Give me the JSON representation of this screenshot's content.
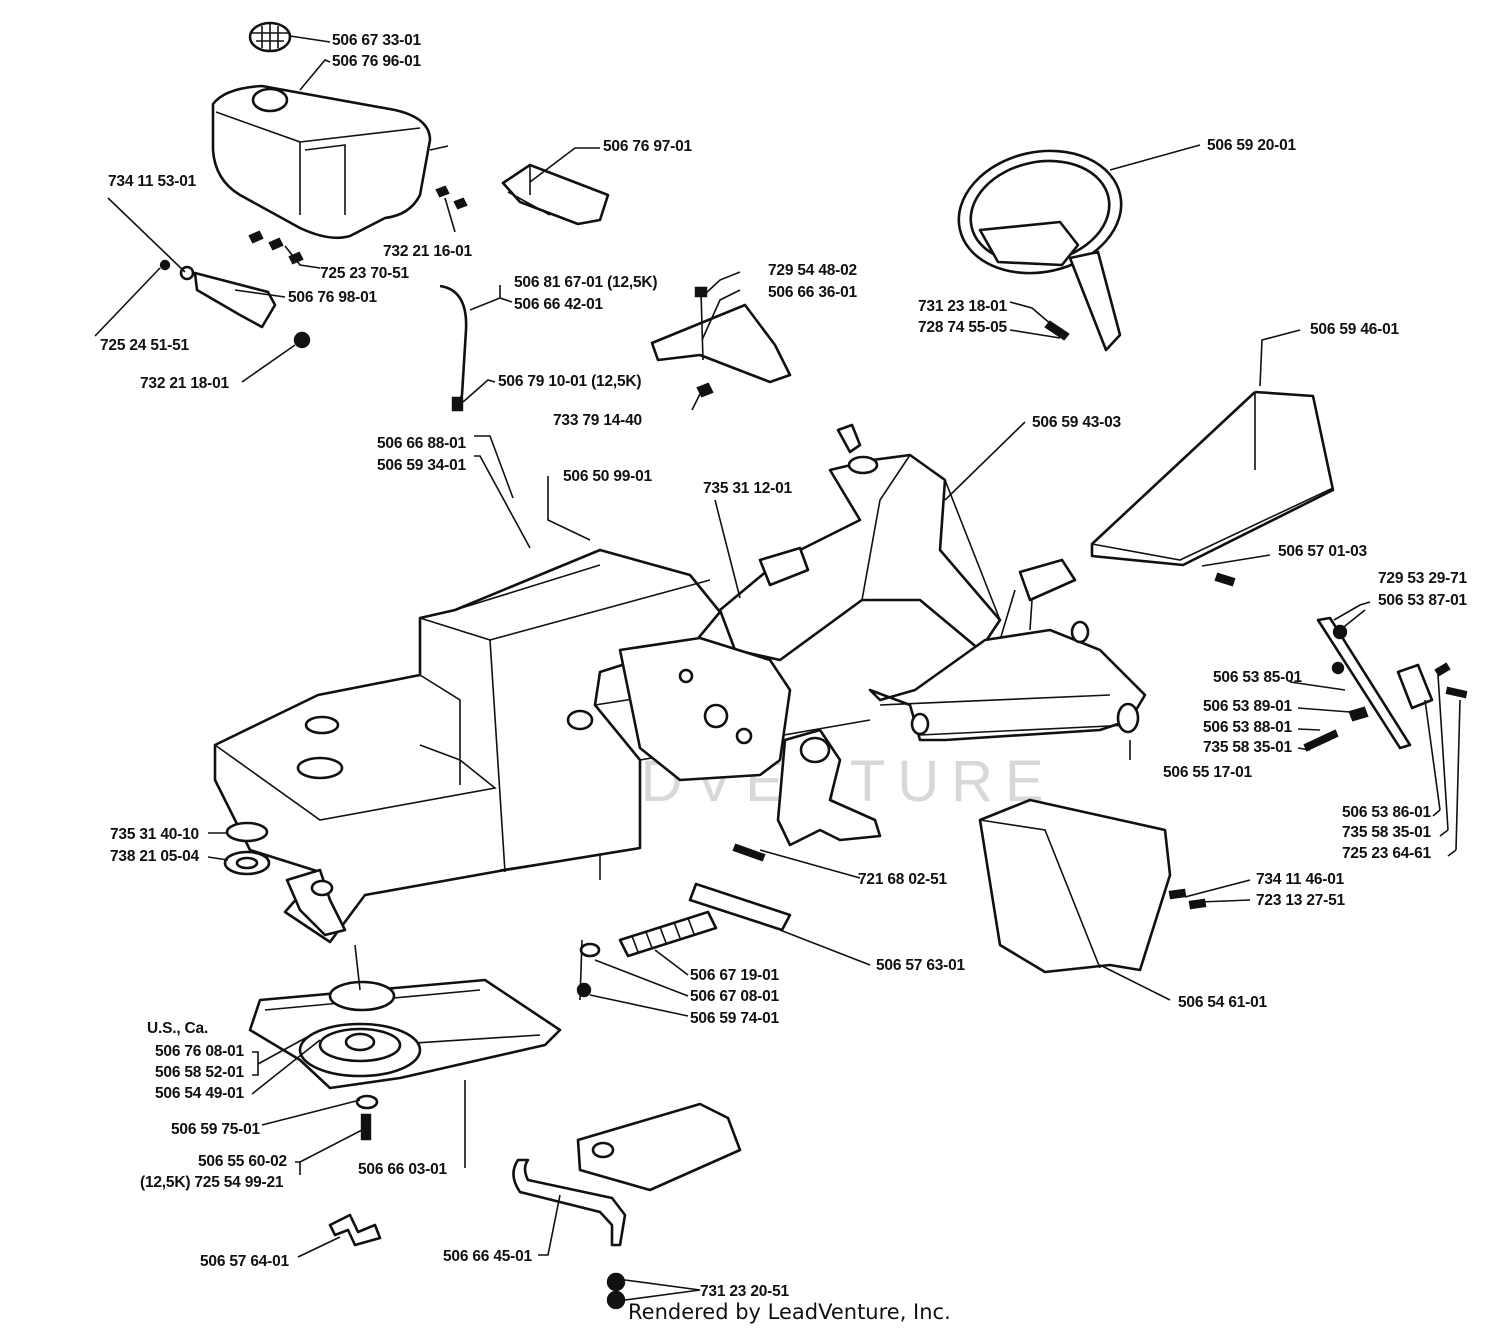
{
  "labels": {
    "l1": "506 67 33-01",
    "l2": "506 76 96-01",
    "l3": "734 11 53-01",
    "l4": "506 76 97-01",
    "l5": "506 59 20-01",
    "l6": "732 21 16-01",
    "l7": "725 23 70-51",
    "l8": "506 76 98-01",
    "l9": "725 24 51-51",
    "l10": "732 21 18-01",
    "l11": "506 81 67-01 (12,5K)",
    "l12": "506 66 42-01",
    "l13": "729 54 48-02",
    "l14": "506 66 36-01",
    "l15": "731 23 18-01",
    "l16": "728 74 55-05",
    "l17": "506 59 46-01",
    "l18": "506 79 10-01 (12,5K)",
    "l19": "733 79 14-40",
    "l20": "506 59 43-03",
    "l21": "506 66 88-01",
    "l22": "506 59 34-01",
    "l23": "506 50 99-01",
    "l24": "735 31 12-01",
    "l25": "506 57 01-03",
    "l26": "729 53 29-71",
    "l27": "506 53 87-01",
    "l28": "506 53 85-01",
    "l29": "506 53 89-01",
    "l30": "506 53 88-01",
    "l31": "735 58 35-01",
    "l32": "506 55 17-01",
    "l33": "506 53 86-01",
    "l34": "735 58 35-01",
    "l35": "725 23 64-61",
    "l36": "735 31 40-10",
    "l37": "738 21 05-04",
    "l38": "721 68 02-51",
    "l39": "734 11 46-01",
    "l40": "723 13 27-51",
    "l41": "506 57 63-01",
    "l42": "506 67 19-01",
    "l43": "506 67 08-01",
    "l44": "506 59 74-01",
    "l45": "506 54 61-01",
    "l46": "U.S., Ca.",
    "l47": "506 76 08-01",
    "l48": "506 58 52-01",
    "l49": "506 54 49-01",
    "l50": "506 59 75-01",
    "l51": "506 55 60-02",
    "l52": "(12,5K) 725 54 99-21",
    "l53": "506 66 03-01",
    "l54": "506 57 64-01",
    "l55": "506 66 45-01",
    "l56": "731 23 20-51"
  },
  "watermark": "LEADVENTURE",
  "footer": "Rendered by LeadVenture, Inc."
}
